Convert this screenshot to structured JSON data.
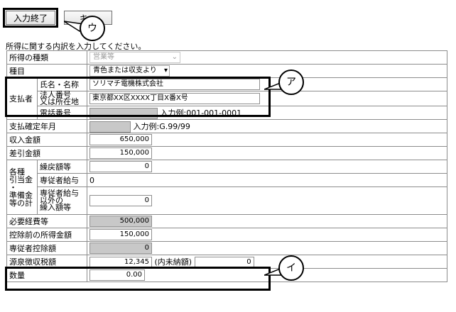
{
  "toolbar": {
    "finish_label": "入力終了",
    "cancel_label": "キャ"
  },
  "callouts": {
    "u": "ウ",
    "a": "ア",
    "i": "イ"
  },
  "intro": "所得に関する内訳を入力してください。",
  "rows": {
    "income_type": {
      "label": "所得の種類",
      "value": "営業等"
    },
    "category": {
      "label": "種目",
      "value": "青色または収支より"
    },
    "payer": {
      "label": "支払者"
    },
    "name": {
      "label": "氏名・名称",
      "value": "ソリマチ電機株式会社"
    },
    "address": {
      "label1": "法人番号",
      "label2": "又は所在地",
      "value": "東京都XX区XXXX丁目X番X号"
    },
    "phone": {
      "label": "電話番号",
      "hint": "入力例:001-001-0001"
    },
    "payment_date": {
      "label": "支払確定年月",
      "hint": "入力例:G.99/99"
    },
    "income": {
      "label": "収入金額",
      "value": "650,000"
    },
    "net": {
      "label": "差引金額",
      "value": "150,000"
    },
    "group": {
      "l1": "各種",
      "l2": "引当金",
      "l3": "・",
      "l4": "準備金",
      "l5": "等の計"
    },
    "reversal": {
      "label": "繰戻額等",
      "value": "0"
    },
    "family_salary": {
      "label": "専従者給与",
      "value": "0"
    },
    "other_transfer": {
      "l1": "専従者給与",
      "l2": "以外の",
      "l3": "繰入額等",
      "value": "0"
    },
    "expenses": {
      "label": "必要経費等",
      "value": "500,000"
    },
    "pre_deduction": {
      "label": "控除前の所得金額",
      "value": "150,000"
    },
    "family_deduction": {
      "label": "専従者控除額",
      "value": "0"
    },
    "withholding": {
      "label": "源泉徴収税額",
      "value": "12,345",
      "unpaid_label": "(内未納額)",
      "unpaid_value": "0"
    },
    "quantity": {
      "label": "数量",
      "value": "0.00"
    }
  },
  "icons": {
    "dropdown": "chevron-down-icon"
  }
}
